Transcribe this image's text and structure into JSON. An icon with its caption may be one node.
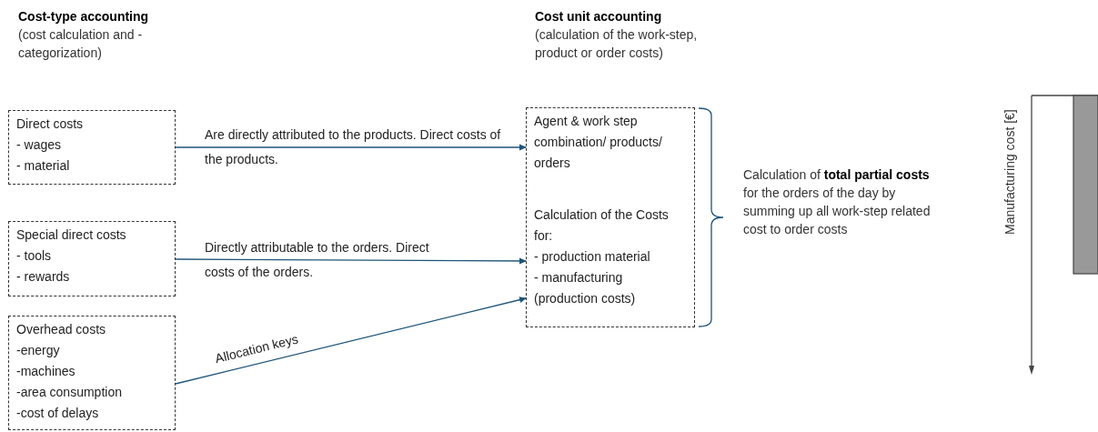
{
  "diagram": {
    "nodes": [
      {
        "text": [
          "Direct costs",
          "- wages",
          "- material"
        ]
      },
      {
        "text": [
          "Special direct costs",
          "- tools",
          "- rewards"
        ]
      },
      {
        "text": [
          "Overhead costs",
          "-energy",
          "-machines",
          "-area consumption",
          "-cost of delays"
        ]
      },
      {
        "text": [
          "Agent & work step combination/ products/ orders",
          "Calculation of the Costs for:",
          "- production material",
          "- manufacturing (production costs)"
        ]
      }
    ],
    "edges": [
      {
        "from": 0,
        "to": 3,
        "arrow": "to",
        "label": "Are directly attributed to the products. Direct costs of the products."
      },
      {
        "from": 1,
        "to": 3,
        "arrow": "to",
        "label": "Directly attributable to the orders. Direct costs of the orders."
      },
      {
        "from": 2,
        "to": 3,
        "arrow": "to",
        "label": "Allocation keys"
      }
    ],
    "labels": [
      "Cost-type accounting",
      "(cost calculation and -categorization)",
      "Cost unit accounting",
      "(calculation of the work-step, product or order costs)",
      "Calculation of **total partial costs** for the orders of the day by summing up all work-step related cost to order costs",
      "Manufacturing cost [€]"
    ]
  }
}
